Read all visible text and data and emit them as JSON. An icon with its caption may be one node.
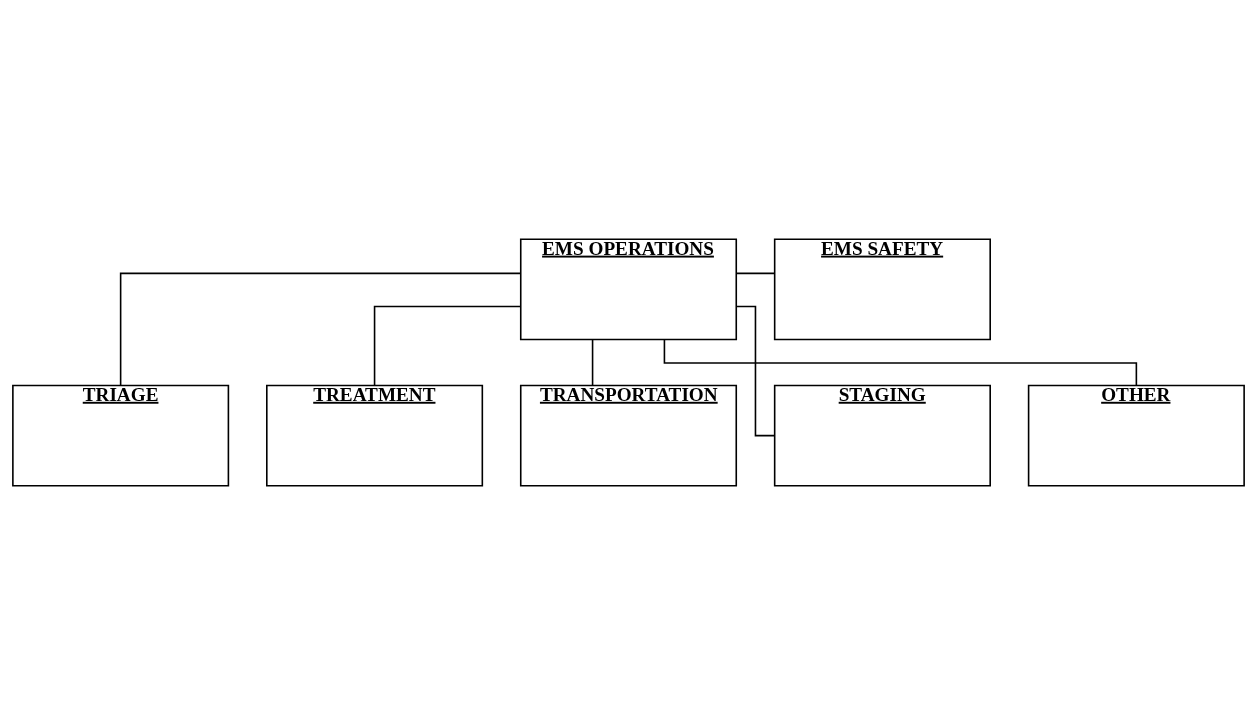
{
  "diagram": {
    "nodes": [
      {
        "text": [
          "EMS OPERATIONS"
        ]
      },
      {
        "text": [
          "EMS SAFETY"
        ]
      },
      {
        "text": [
          "TRIAGE"
        ]
      },
      {
        "text": [
          "TREATMENT"
        ]
      },
      {
        "text": [
          "TRANSPORTATION"
        ]
      },
      {
        "text": [
          "STAGING"
        ]
      },
      {
        "text": [
          "OTHER"
        ]
      }
    ],
    "edges": [
      {
        "from": 0,
        "to": 1,
        "arrow": "none"
      },
      {
        "from": 0,
        "to": 2,
        "arrow": "none"
      },
      {
        "from": 0,
        "to": 5,
        "arrow": "none"
      },
      {
        "from": 0,
        "to": 3,
        "arrow": "none"
      },
      {
        "from": 0,
        "to": 6,
        "arrow": "none"
      },
      {
        "from": 0,
        "to": 4,
        "arrow": "none"
      }
    ]
  }
}
